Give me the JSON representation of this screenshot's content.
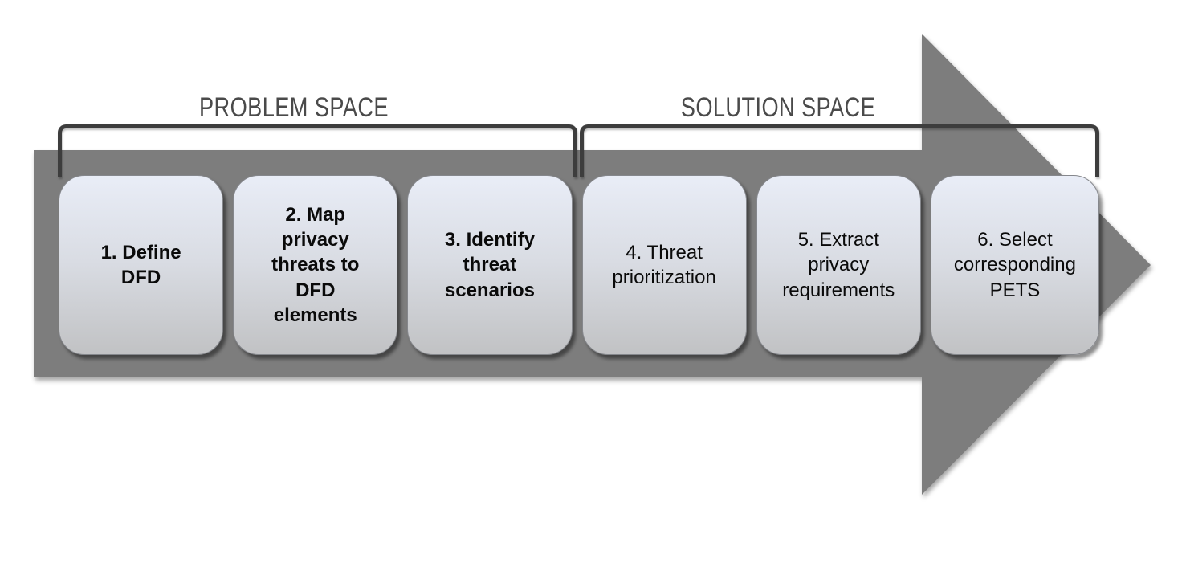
{
  "sections": {
    "problem": {
      "label": "PROBLEM SPACE"
    },
    "solution": {
      "label": "SOLUTION SPACE"
    }
  },
  "steps": [
    {
      "label": "1. Define DFD",
      "lines": [
        "1. Define DFD"
      ],
      "bold": true,
      "section": "problem"
    },
    {
      "label": "2. Map privacy threats to DFD elements",
      "lines": [
        "2. Map",
        "privacy",
        "threats to",
        "DFD",
        "elements"
      ],
      "bold": true,
      "section": "problem"
    },
    {
      "label": "3. Identify threat scenarios",
      "lines": [
        "3. Identify",
        "threat",
        "scenarios"
      ],
      "bold": true,
      "section": "problem"
    },
    {
      "label": "4. Threat prioritization",
      "lines": [
        "4. Threat",
        "prioritization"
      ],
      "bold": false,
      "section": "solution"
    },
    {
      "label": "5. Extract privacy requirements",
      "lines": [
        "5. Extract",
        "privacy",
        "requirements"
      ],
      "bold": false,
      "section": "solution"
    },
    {
      "label": "6. Select corresponding PETS",
      "lines": [
        "6. Select",
        "corresponding",
        "PETS"
      ],
      "bold": false,
      "section": "solution"
    }
  ],
  "colors": {
    "arrow": "#7d7d7d",
    "bracket": "#3d3d3d",
    "section_label": "#4a4a4a",
    "box_border": "#85878c",
    "box_top": "#e9edf7",
    "box_mid": "#d9dce3",
    "box_bottom": "#c1c2c4",
    "box_text": "#0a0a0a"
  }
}
